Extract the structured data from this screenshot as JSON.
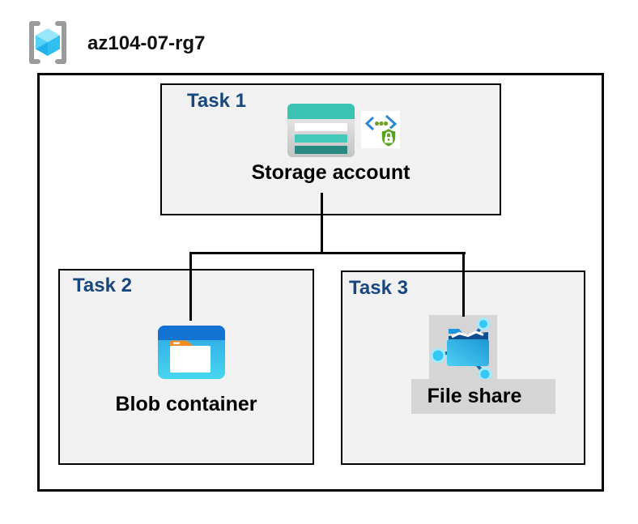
{
  "header": {
    "resource_group_name": "az104-07-rg7"
  },
  "tasks": [
    {
      "id": "task1",
      "label": "Task 1",
      "item_label": "Storage account"
    },
    {
      "id": "task2",
      "label": "Task 2",
      "item_label": "Blob container"
    },
    {
      "id": "task3",
      "label": "Task 3",
      "item_label": "File share"
    }
  ],
  "icons": [
    "resource-group-icon",
    "storage-account-icon",
    "sas-security-icon",
    "blob-container-icon",
    "file-share-icon"
  ],
  "colors": {
    "task_label_navy": "#17477e",
    "box_fill_gray": "#f1f1f1",
    "icon_backdrop_gray": "#d5d5d5",
    "bracket_gray": "#9b9b9b",
    "cube_top": "#9ae7fb",
    "cube_left": "#55d3f6",
    "cube_right": "#2fc0f1",
    "cube_shade": "#1fb1e8",
    "storage_teal": "#3bc3b3",
    "storage_teal_light": "#43c8b9",
    "storage_teal_dark": "#27897f",
    "blob_header_blue": "#1273d3",
    "tab_orange": "#f68b1f",
    "chevron_blue": "#2f86d4",
    "dots_green": "#74a229",
    "shield_green": "#57a51c",
    "flap_navy": "#0c4e90",
    "node_cyan": "#35c8f4",
    "node_ring": "#a5e9fb",
    "stick_blue": "#1668b0",
    "connector_black": "#000000"
  }
}
